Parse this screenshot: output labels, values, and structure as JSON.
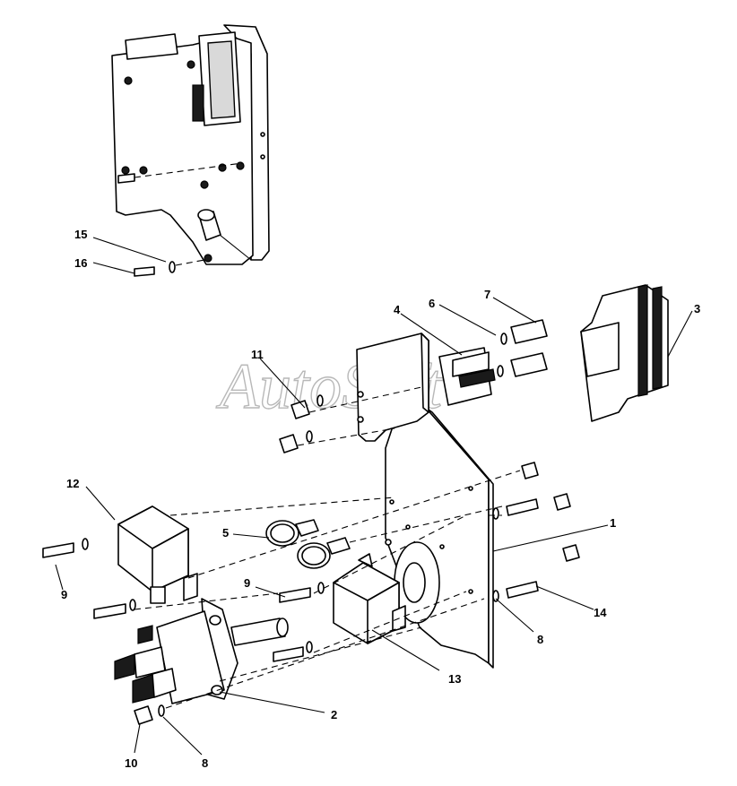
{
  "watermark": "AutoSoft",
  "callouts": [
    {
      "id": "c1",
      "label": "1"
    },
    {
      "id": "c2",
      "label": "2"
    },
    {
      "id": "c3",
      "label": "3"
    },
    {
      "id": "c4",
      "label": "4"
    },
    {
      "id": "c5",
      "label": "5"
    },
    {
      "id": "c6",
      "label": "6"
    },
    {
      "id": "c7",
      "label": "7"
    },
    {
      "id": "c8a",
      "label": "8"
    },
    {
      "id": "c8b",
      "label": "8"
    },
    {
      "id": "c9a",
      "label": "9"
    },
    {
      "id": "c9b",
      "label": "9"
    },
    {
      "id": "c10",
      "label": "10"
    },
    {
      "id": "c11",
      "label": "11"
    },
    {
      "id": "c12",
      "label": "12"
    },
    {
      "id": "c13",
      "label": "13"
    },
    {
      "id": "c14",
      "label": "14"
    },
    {
      "id": "c15",
      "label": "15"
    },
    {
      "id": "c16",
      "label": "16"
    }
  ]
}
